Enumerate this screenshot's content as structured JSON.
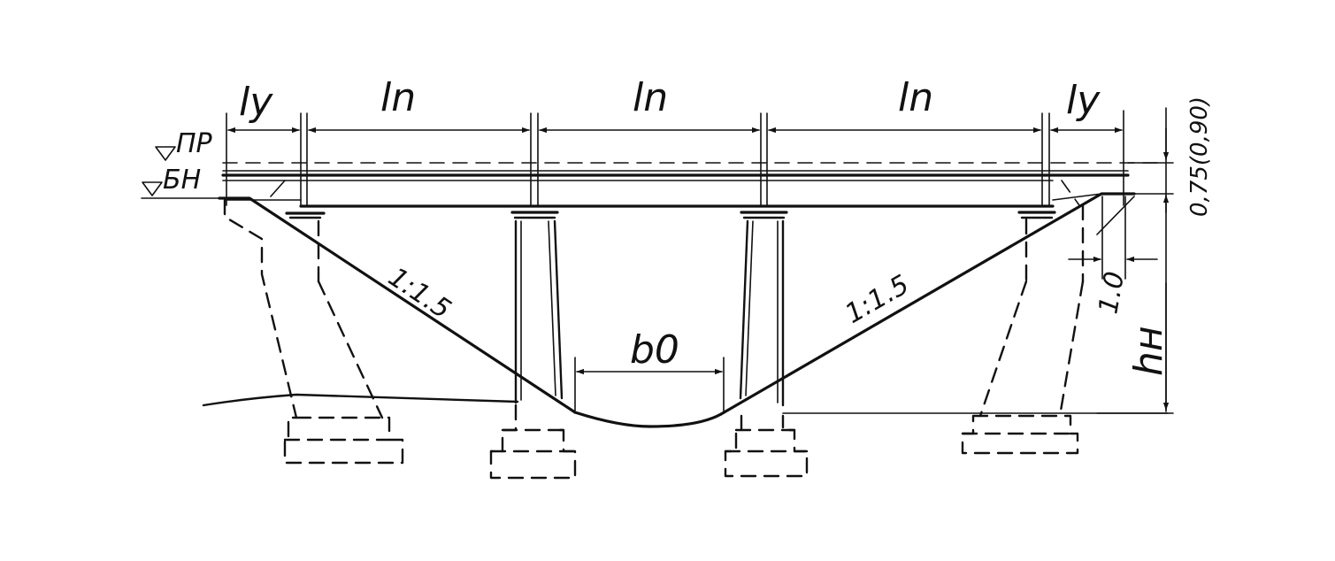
{
  "labels": {
    "span_end": "ly",
    "span_mid": "ln",
    "level_top": "ПР",
    "level_bottom": "БН",
    "slope": "1:1.5",
    "channel_width": "b0",
    "clearance": "0,75(0,90)",
    "offset": "1.0",
    "height": "hн"
  }
}
